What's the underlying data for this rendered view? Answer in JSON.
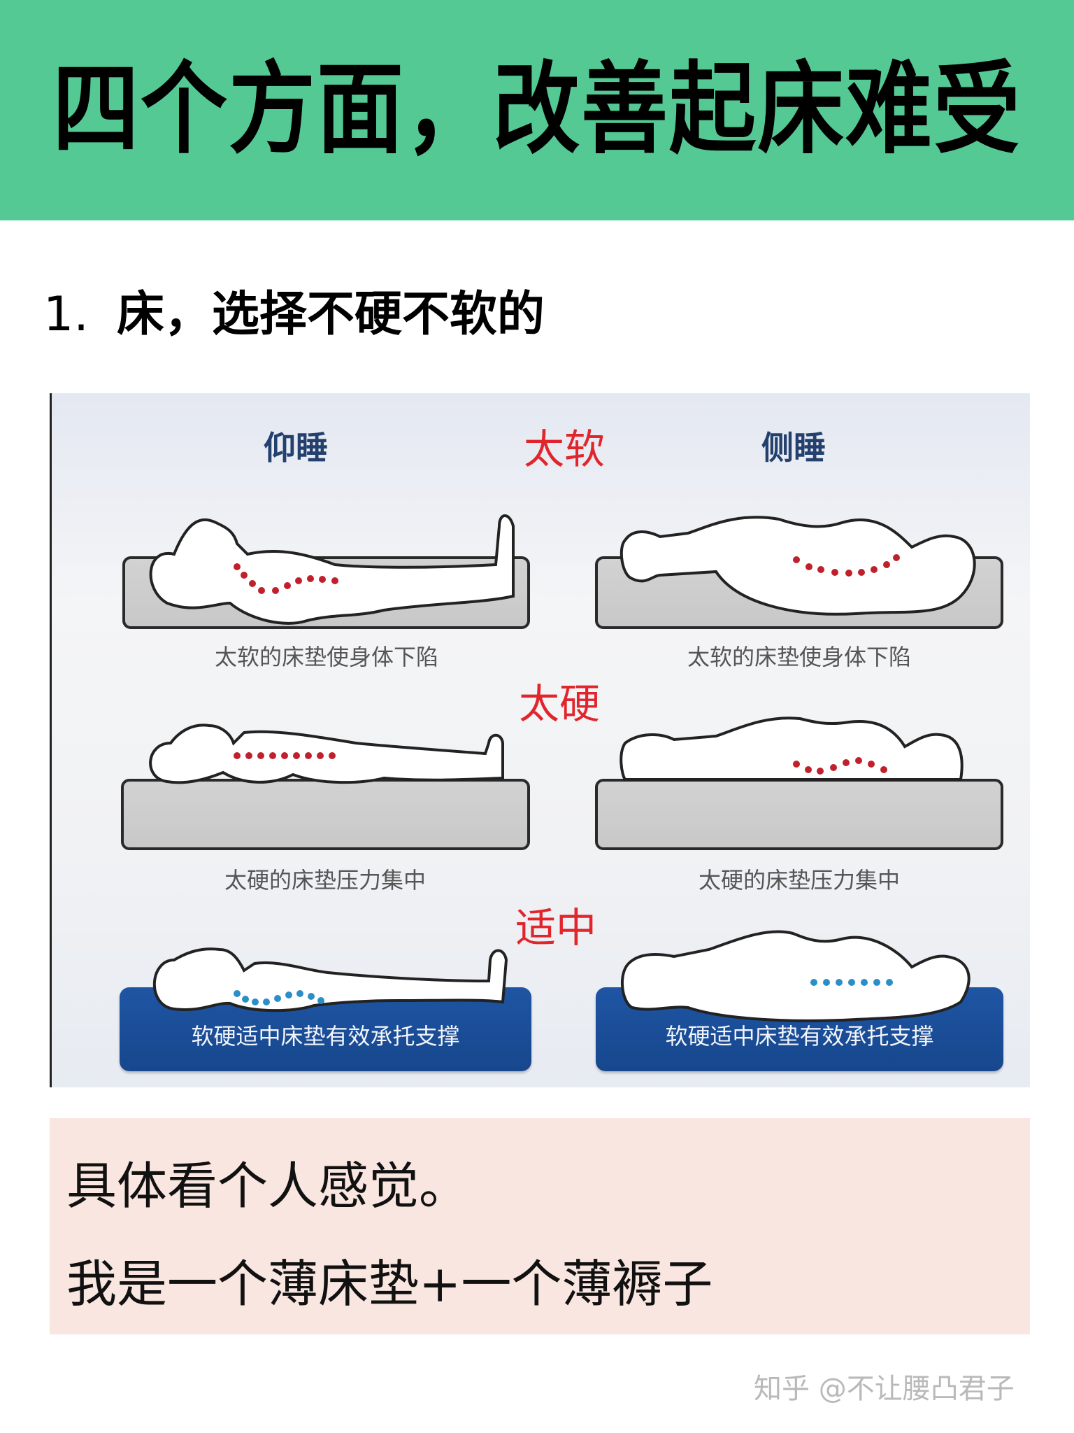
{
  "header": {
    "title": "四个方面，改善起床难受",
    "background_color": "#54c994"
  },
  "section": {
    "number": "1.",
    "title": "床，选择不硬不软的"
  },
  "figure": {
    "column_labels": {
      "back_sleep": "仰睡",
      "side_sleep": "侧睡"
    },
    "rows": [
      {
        "label": "太软",
        "left_caption": "太软的床垫使身体下陷",
        "right_caption": "太软的床垫使身体下陷",
        "mattress_color": "#cfcfcf",
        "dot_color": "#c0202c"
      },
      {
        "label": "太硬",
        "left_caption": "太硬的床垫压力集中",
        "right_caption": "太硬的床垫压力集中",
        "mattress_color": "#cfcfcf",
        "dot_color": "#c0202c"
      },
      {
        "label": "适中",
        "left_caption": "软硬适中床垫有效承托支撑",
        "right_caption": "软硬适中床垫有效承托支撑",
        "mattress_color": "#1a4f9c",
        "dot_color": "#2a8fc8"
      }
    ]
  },
  "note": {
    "lines": [
      "具体看个人感觉。",
      "我是一个薄床垫+一个薄褥子"
    ],
    "background_color": "#f9e6e0"
  },
  "watermark": "知乎 @不让腰凸君子"
}
